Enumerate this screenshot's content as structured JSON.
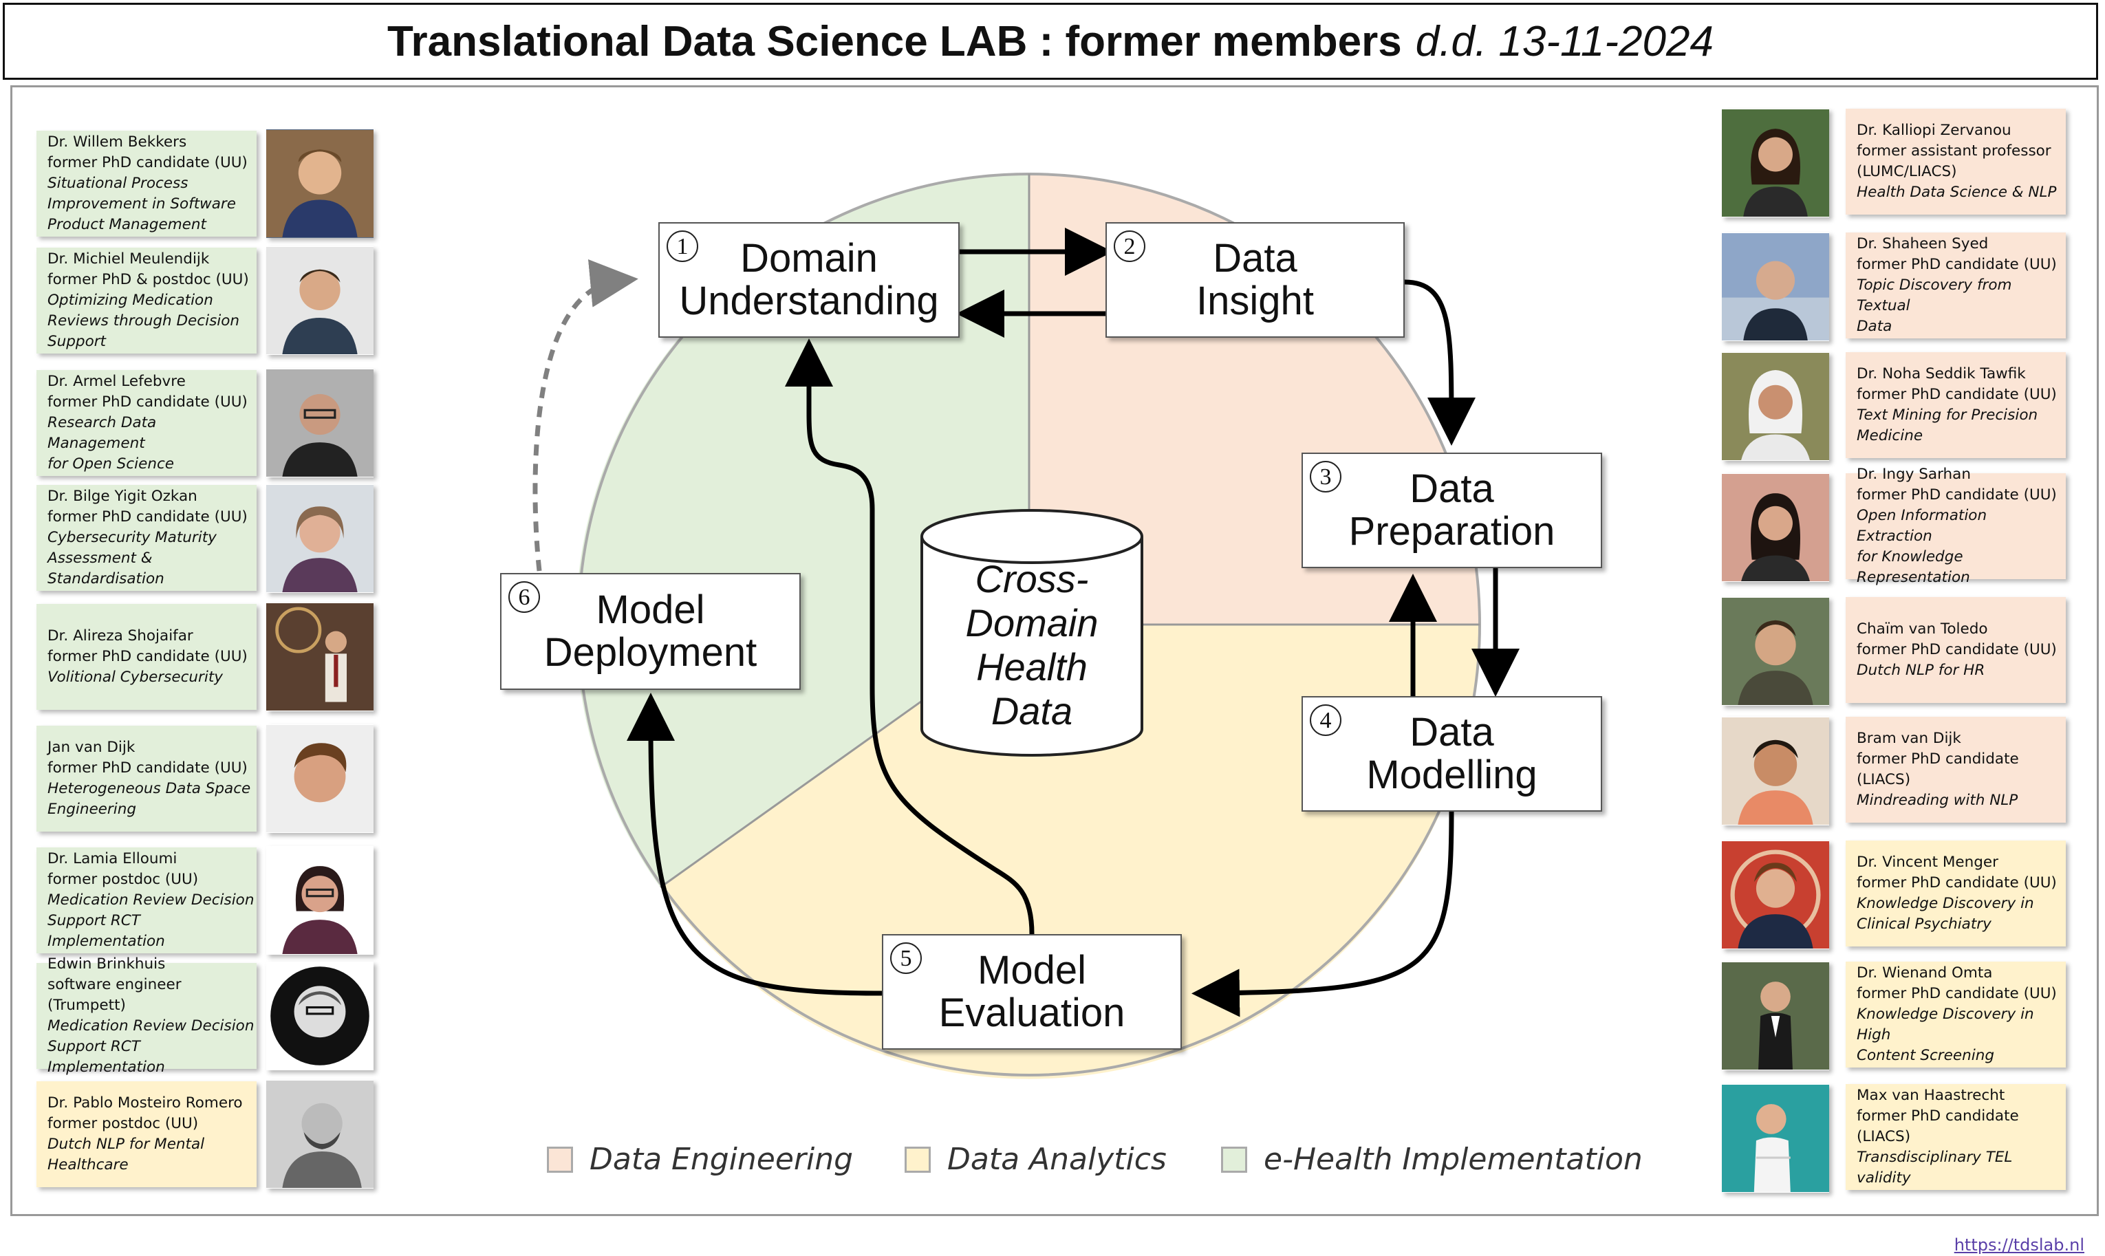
{
  "title": {
    "main": "Translational Data Science LAB : former members",
    "date": "d.d. 13-11-2024"
  },
  "colors": {
    "data_engineering": "#fbe5d6",
    "data_analytics": "#fff2cc",
    "ehealth": "#e2efda"
  },
  "steps": [
    {
      "num": "1",
      "line1": "Domain",
      "line2": "Understanding"
    },
    {
      "num": "2",
      "line1": "Data",
      "line2": "Insight"
    },
    {
      "num": "3",
      "line1": "Data",
      "line2": "Preparation"
    },
    {
      "num": "4",
      "line1": "Data",
      "line2": "Modelling"
    },
    {
      "num": "5",
      "line1": "Model",
      "line2": "Evaluation"
    },
    {
      "num": "6",
      "line1": "Model",
      "line2": "Deployment"
    }
  ],
  "center": {
    "l1": "Cross-",
    "l2": "Domain",
    "l3": "Health",
    "l4": "Data"
  },
  "legend": [
    {
      "label": "Data Engineering",
      "color": "#fbe5d6"
    },
    {
      "label": "Data Analytics",
      "color": "#fff2cc"
    },
    {
      "label": "e-Health Implementation",
      "color": "#e2efda"
    }
  ],
  "left_members": [
    {
      "name": "Dr. Willem Bekkers",
      "role": "former PhD candidate (UU)",
      "topic1": "Situational Process",
      "topic2": "Improvement in Software",
      "topic3": "Product Management",
      "topic4": ""
    },
    {
      "name": "Dr. Michiel Meulendijk",
      "role": "former PhD & postdoc (UU)",
      "topic1": "Optimizing Medication",
      "topic2": "Reviews through Decision",
      "topic3": "Support",
      "topic4": ""
    },
    {
      "name": "Dr. Armel Lefebvre",
      "role": "former PhD candidate (UU)",
      "topic1": "Research Data Management",
      "topic2": "for Open Science",
      "topic3": "",
      "topic4": ""
    },
    {
      "name": "Dr. Bilge Yigit Ozkan",
      "role": "former PhD candidate (UU)",
      "topic1": "Cybersecurity Maturity",
      "topic2": "Assessment &",
      "topic3": "Standardisation",
      "topic4": ""
    },
    {
      "name": "Dr. Alireza Shojaifar",
      "role": "former PhD candidate (UU)",
      "topic1": "Volitional Cybersecurity",
      "topic2": "",
      "topic3": "",
      "topic4": ""
    },
    {
      "name": "Jan van Dijk",
      "role": "former PhD candidate (UU)",
      "topic1": "Heterogeneous Data Space",
      "topic2": "Engineering",
      "topic3": "",
      "topic4": ""
    },
    {
      "name": "Dr. Lamia Elloumi",
      "role": "former postdoc (UU)",
      "topic1": "Medication Review Decision",
      "topic2": "Support RCT Implementation",
      "topic3": "",
      "topic4": ""
    },
    {
      "name": "Edwin Brinkhuis",
      "role": "software engineer",
      "role2": "(Trumpett)",
      "topic1": "Medication Review Decision",
      "topic2": "Support RCT Implementation",
      "topic3": "",
      "topic4": ""
    },
    {
      "name": "Dr. Pablo Mosteiro Romero",
      "role": "former postdoc (UU)",
      "topic1": "Dutch NLP for Mental",
      "topic2": "Healthcare",
      "topic3": "",
      "topic4": ""
    }
  ],
  "right_members": [
    {
      "name": "Dr. Kalliopi Zervanou",
      "role": "former assistant professor",
      "role2": "(LUMC/LIACS)",
      "topic1": "Health Data Science & NLP",
      "topic2": ""
    },
    {
      "name": "Dr. Shaheen Syed",
      "role": "former PhD candidate (UU)",
      "topic1": "Topic Discovery from Textual",
      "topic2": "Data"
    },
    {
      "name": "Dr. Noha Seddik Tawfik",
      "role": "former PhD candidate (UU)",
      "topic1": "Text Mining for Precision",
      "topic2": "Medicine"
    },
    {
      "name": "Dr. Ingy Sarhan",
      "role": "former PhD candidate (UU)",
      "topic1": "Open Information Extraction",
      "topic2": "for Knowledge",
      "topic3": "Representation"
    },
    {
      "name": "Chaïm van Toledo",
      "role": "former PhD candidate (UU)",
      "topic1": "Dutch NLP for HR",
      "topic2": ""
    },
    {
      "name": "Bram van Dijk",
      "role": "former PhD candidate (LIACS)",
      "topic1": "Mindreading with NLP",
      "topic2": ""
    },
    {
      "name": "Dr. Vincent Menger",
      "role": "former PhD candidate (UU)",
      "topic1": "Knowledge Discovery in",
      "topic2": "Clinical Psychiatry"
    },
    {
      "name": "Dr. Wienand Omta",
      "role": "former PhD candidate (UU)",
      "topic1": "Knowledge Discovery in High",
      "topic2": "Content Screening"
    },
    {
      "name": "Max van Haastrecht",
      "role": "former PhD candidate (LIACS)",
      "topic1": "Transdisciplinary TEL validity",
      "topic2": ""
    }
  ],
  "url": "https://tdslab.nl"
}
